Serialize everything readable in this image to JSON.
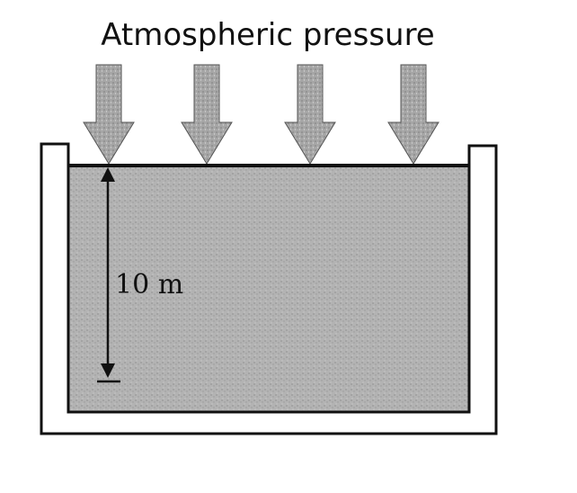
{
  "diagram": {
    "title": "Atmospheric pressure",
    "depth_label": "10 m",
    "arrow_count": 4
  },
  "colors": {
    "ink": "#111111",
    "water_fill": "#b3b3b3",
    "arrow_fill": "#a6a6a6",
    "background": "#ffffff"
  },
  "icons": {
    "pressure_arrow": "down-arrow-icon",
    "depth_marker": "double-arrow-icon"
  }
}
